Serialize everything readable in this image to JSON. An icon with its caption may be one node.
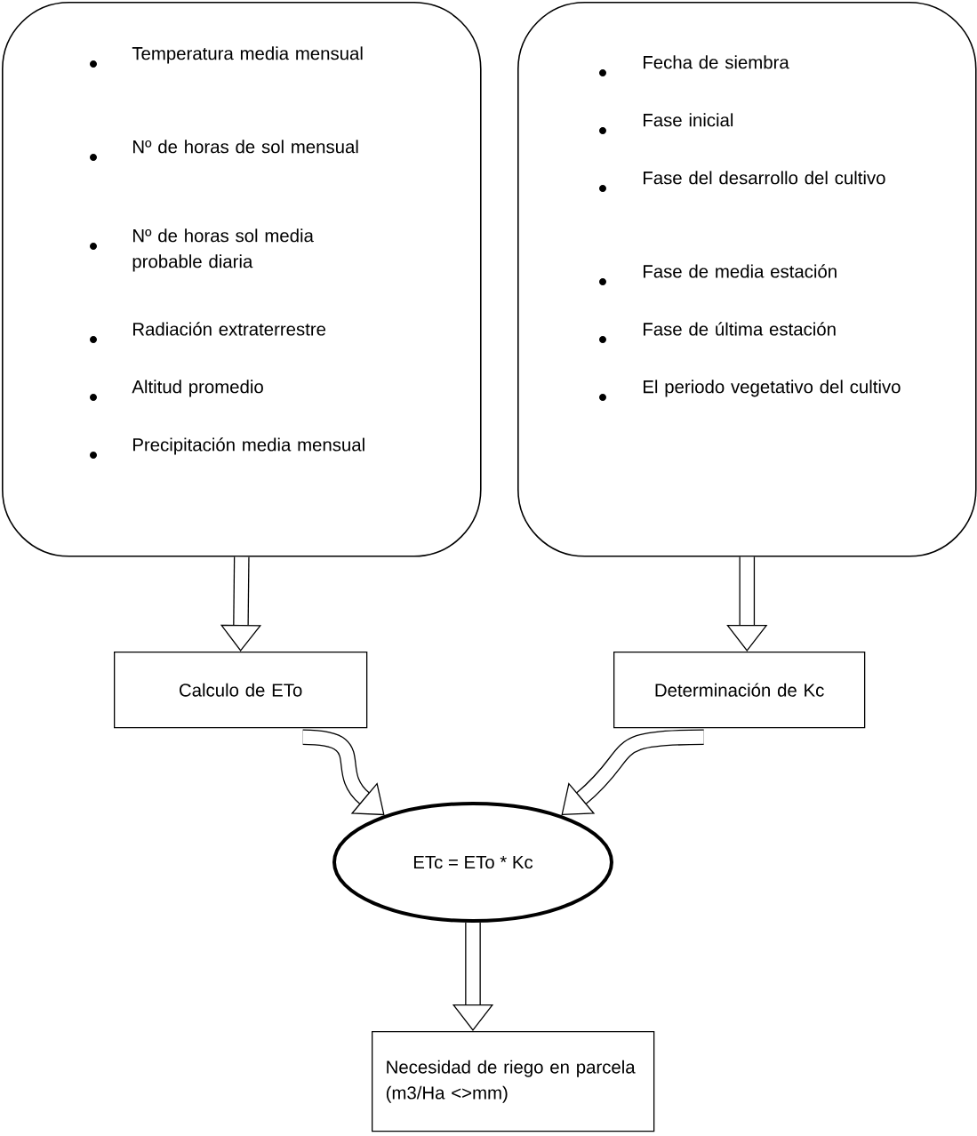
{
  "diagram": {
    "nodes": [
      {
        "text": [
          "Temperatura media mensual",
          "Nº de horas de sol mensual",
          "Nº de horas sol media probable diaria",
          "Radiación extraterrestre",
          "Altitud promedio",
          "Precipitación media mensual"
        ]
      },
      {
        "text": [
          "Fecha de siembra",
          "Fase inicial",
          "Fase del desarrollo del cultivo",
          "Fase de media estación",
          "Fase de última estación",
          "El periodo vegetativo del cultivo"
        ]
      },
      {
        "text": [
          "Calculo de ETo"
        ]
      },
      {
        "text": [
          "Determinación de Kc"
        ]
      },
      {
        "text": [
          "ETc  =  ETo * Kc"
        ]
      },
      {
        "text": [
          "Necesidad de riego en parcela (m3/Ha <>mm)"
        ]
      }
    ],
    "edges": [
      {
        "from": 0,
        "to": 2,
        "arrow": "to"
      },
      {
        "from": 1,
        "to": 3,
        "arrow": "to"
      },
      {
        "from": 2,
        "to": 4,
        "arrow": "to"
      },
      {
        "from": 3,
        "to": 4,
        "arrow": "to"
      },
      {
        "from": 4,
        "to": 5,
        "arrow": "to"
      }
    ]
  }
}
